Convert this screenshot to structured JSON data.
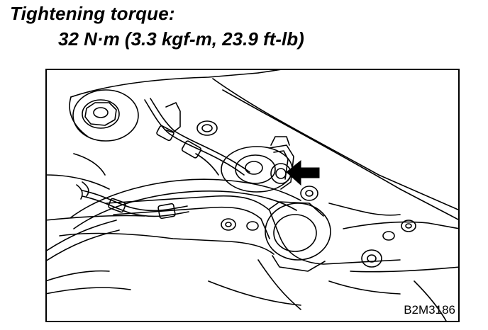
{
  "header": {
    "title": "Tightening torque:",
    "torque_value": "32 N·m (3.3 kgf-m, 23.9 ft-lb)"
  },
  "figure": {
    "code": "B2M3186",
    "indicator": "black-arrow-pointing-left-at-bolt",
    "line_color": "#000000",
    "background_color": "#ffffff"
  }
}
